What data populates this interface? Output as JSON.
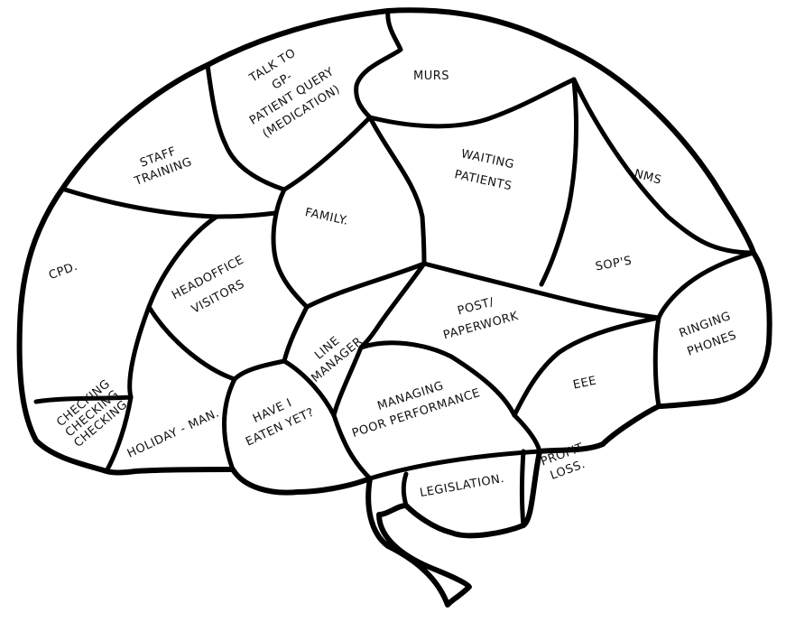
{
  "diagram": {
    "stroke_color": "#000000",
    "background": "#ffffff",
    "regions": [
      {
        "id": "staff-training",
        "lines": [
          "STAFF",
          "TRAINING"
        ]
      },
      {
        "id": "talk-to-gp",
        "lines": [
          "TALK TO",
          "GP-",
          "PATIENT QUERY",
          "(MEDICATION)"
        ]
      },
      {
        "id": "murs",
        "lines": [
          "MURS"
        ]
      },
      {
        "id": "waiting-patients",
        "lines": [
          "WAITING",
          "PATIENTS"
        ]
      },
      {
        "id": "nms",
        "lines": [
          "NMS"
        ]
      },
      {
        "id": "cpd",
        "lines": [
          "CPD."
        ]
      },
      {
        "id": "family",
        "lines": [
          "FAMILY."
        ]
      },
      {
        "id": "sops",
        "lines": [
          "SOP'S"
        ]
      },
      {
        "id": "headoffice-visitors",
        "lines": [
          "HEADOFFICE",
          "VISITORS"
        ]
      },
      {
        "id": "post-paperwork",
        "lines": [
          "POST/",
          "PAPERWORK"
        ]
      },
      {
        "id": "ringing-phones",
        "lines": [
          "RINGING",
          "PHONES"
        ]
      },
      {
        "id": "line-manager",
        "lines": [
          "LINE",
          "MANAGER"
        ]
      },
      {
        "id": "eee",
        "lines": [
          "EEE"
        ]
      },
      {
        "id": "checking",
        "lines": [
          "CHECKING",
          "CHECKING",
          "CHECKING"
        ]
      },
      {
        "id": "holiday",
        "lines": [
          "HOLIDAY - MAN."
        ]
      },
      {
        "id": "have-i-eaten",
        "lines": [
          "HAVE I",
          "EATEN YET?"
        ]
      },
      {
        "id": "managing-poor-performance",
        "lines": [
          "MANAGING",
          "POOR PERFORMANCE"
        ]
      },
      {
        "id": "legislation",
        "lines": [
          "LEGISLATION."
        ]
      },
      {
        "id": "profit-loss",
        "lines": [
          "PROFIT",
          "LOSS."
        ]
      }
    ]
  }
}
